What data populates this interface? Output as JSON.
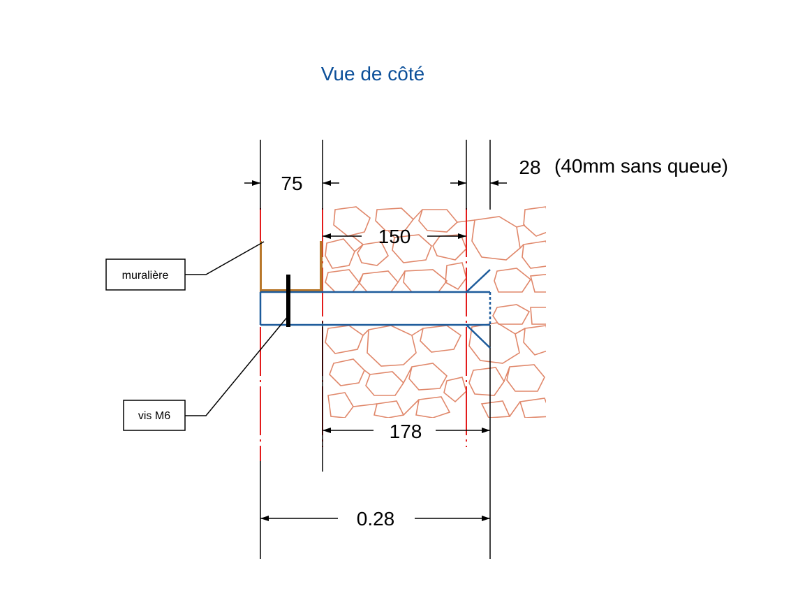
{
  "title": "Vue de côté",
  "dimensions": {
    "d75": "75",
    "d150": "150",
    "d28": "28",
    "d28_note": "(40mm sans queue)",
    "d178": "178",
    "d028": "0.28"
  },
  "labels": {
    "muraliere": "muralière",
    "vis": "vis M6"
  },
  "colors": {
    "title": "#0b4f99",
    "stone": "#e0876a",
    "profile": "#1d5b9b",
    "red_line": "#e31b1b",
    "bracket": "#b8772a",
    "dimension": "#000000"
  }
}
